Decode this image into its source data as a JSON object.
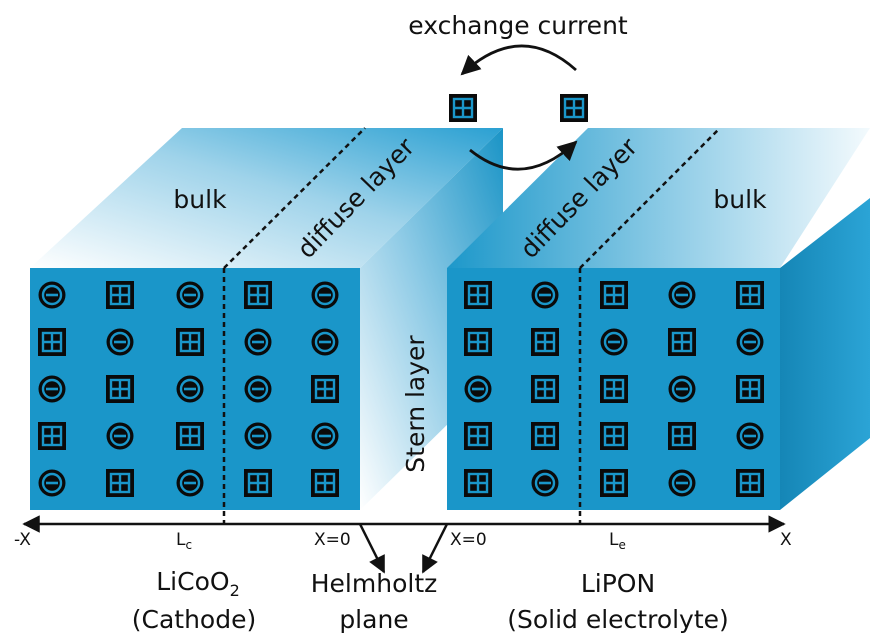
{
  "labels": {
    "exchange_current": "exchange current",
    "bulk_left": "bulk",
    "bulk_right": "bulk",
    "diffuse_left": "diffuse layer",
    "diffuse_right": "diffuse layer",
    "stern_layer": "Stern layer"
  },
  "axis": {
    "neg_x": "-X",
    "lc": "L",
    "lc_sub": "c",
    "x0_left": "X=0",
    "x0_right": "X=0",
    "le": "L",
    "le_sub": "e",
    "pos_x": "X"
  },
  "captions": {
    "cathode_formula": "LiCoO",
    "cathode_formula_sub": "2",
    "cathode_desc": "(Cathode)",
    "helmholtz_1": "Helmholtz",
    "helmholtz_2": "plane",
    "electrolyte_1": "LiPON",
    "electrolyte_2": "(Solid electrolyte)"
  },
  "ion_grid_left": [
    [
      "-",
      "+",
      "-",
      "+",
      "-"
    ],
    [
      "+",
      "-",
      "+",
      "-",
      "-"
    ],
    [
      "-",
      "+",
      "-",
      "-",
      "+"
    ],
    [
      "+",
      "-",
      "+",
      "-",
      "-"
    ],
    [
      "-",
      "+",
      "-",
      "+",
      "+"
    ]
  ],
  "ion_grid_right": [
    [
      "+",
      "-",
      "+",
      "-",
      "+"
    ],
    [
      "+",
      "+",
      "-",
      "+",
      "-"
    ],
    [
      "-",
      "+",
      "+",
      "-",
      "+"
    ],
    [
      "+",
      "+",
      "+",
      "+",
      "-"
    ],
    [
      "+",
      "-",
      "+",
      "-",
      "+"
    ]
  ],
  "exchange_ions": [
    "+",
    "+"
  ],
  "colors": {
    "block_face": "#1a96c9",
    "side_dark": "#1386b5",
    "top_light": "#e8f5fb",
    "ion_fill": "#0a0a0a",
    "ion_stroke": "#1a96c9",
    "line": "#111111"
  },
  "icons": {
    "anion": "circled-minus-icon",
    "cation": "boxed-plus-icon",
    "exchange_arrow": "curved-arrow-icon"
  }
}
